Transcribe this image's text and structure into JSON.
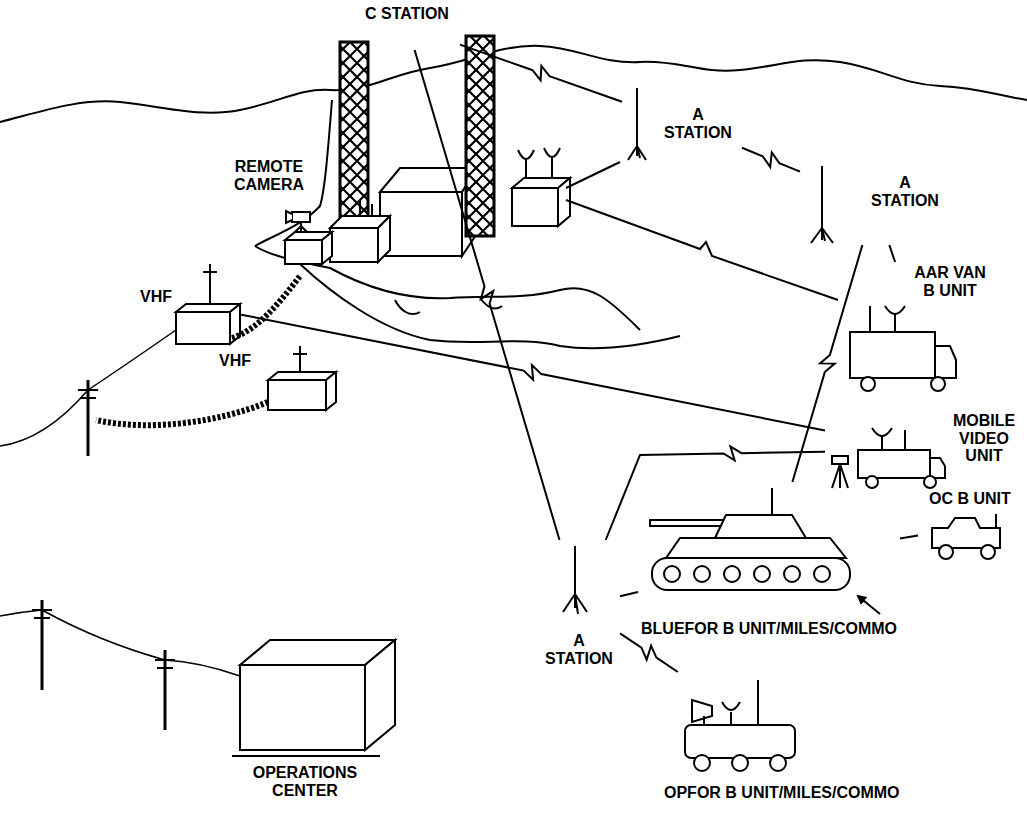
{
  "diagram": {
    "nodes": [
      {
        "text": [
          "C STATION"
        ]
      },
      {
        "text": [
          "A STATION"
        ]
      },
      {
        "text": [
          "A STATION"
        ]
      },
      {
        "text": [
          "VHF"
        ]
      },
      {
        "text": [
          "AAR VAN B UNIT"
        ]
      },
      {
        "text": [
          "MOBILE VIDEO UNIT"
        ]
      },
      {
        "text": [
          "BLUEFOR B UNIT/MILES/COMMO"
        ]
      },
      {
        "text": [
          "OC B UNIT"
        ]
      },
      {
        "text": [
          "A STATION"
        ]
      },
      {
        "text": [
          "OPFOR B UNIT/MILES/COMMO"
        ]
      }
    ],
    "edges": [
      {
        "from": 0,
        "to": 8,
        "arrow": "none"
      },
      {
        "from": 0,
        "to": 1,
        "arrow": "none"
      },
      {
        "from": 1,
        "to": 2,
        "arrow": "none"
      },
      {
        "from": 2,
        "to": 4,
        "arrow": "none"
      },
      {
        "from": 2,
        "to": 6,
        "arrow": "none"
      },
      {
        "from": 3,
        "to": 5,
        "arrow": "none"
      },
      {
        "from": 8,
        "to": 5,
        "arrow": "none"
      },
      {
        "from": 8,
        "to": 6,
        "arrow": "none"
      },
      {
        "from": 8,
        "to": 9,
        "arrow": "none"
      },
      {
        "from": 6,
        "to": 7,
        "arrow": "none"
      }
    ],
    "labels": [
      "REMOTE CAMERA",
      "VHF",
      "OPERATIONS CENTER"
    ]
  }
}
